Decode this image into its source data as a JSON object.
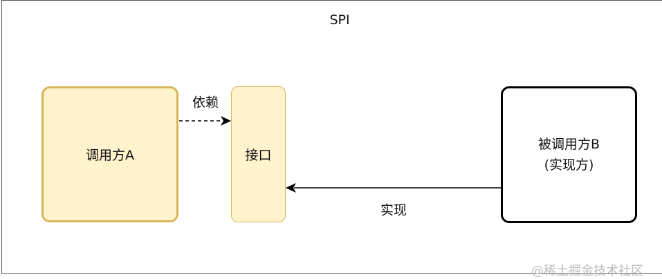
{
  "title": "SPI",
  "caller": {
    "label": "调用方A"
  },
  "interface": {
    "label": "接口"
  },
  "provider": {
    "label_line1": "被调用方B",
    "label_line2": "(实现方)"
  },
  "edges": {
    "depends": "依赖",
    "implements": "实现"
  },
  "watermark": "@稀土掘金技术社区",
  "colors": {
    "yellow_fill": "#fff2cc",
    "yellow_border": "#d6b656",
    "stroke": "#000000"
  }
}
